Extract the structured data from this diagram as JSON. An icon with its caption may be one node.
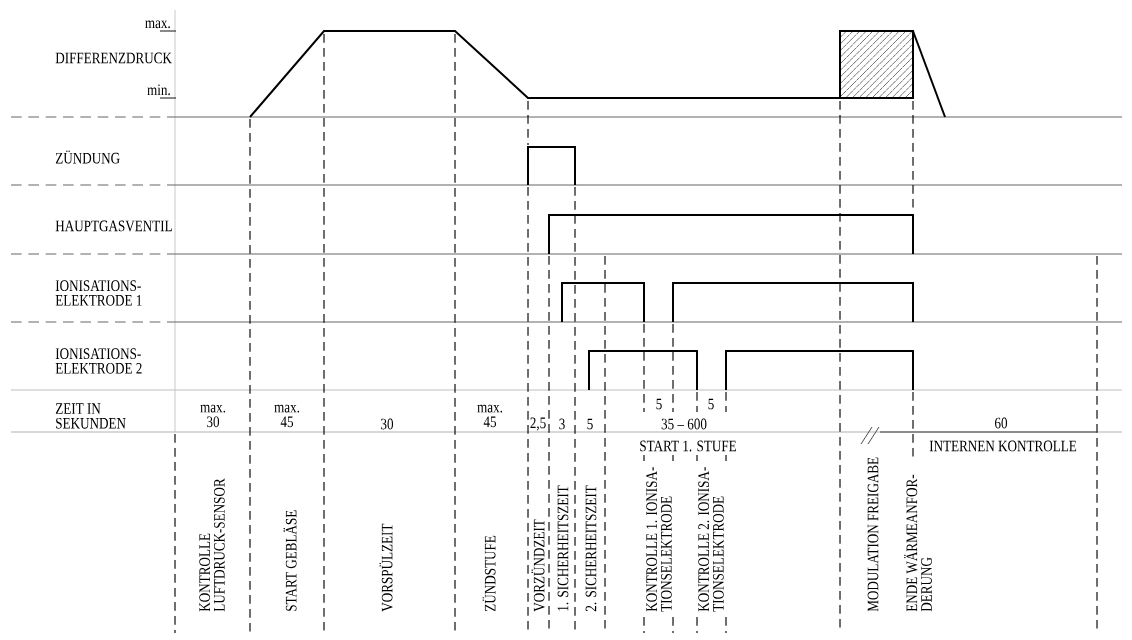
{
  "diagram": {
    "labels": [
      "max.",
      "DIFFERENZDRUCK",
      "min.",
      "ZÜNDUNG",
      "HAUPTGASVENTIL",
      "IONISATIONS- ELEKTRODE 1",
      "IONISATIONS- ELEKTRODE 2",
      "ZEIT IN SEKUNDEN",
      "max. 30",
      "max. 45",
      "30",
      "max. 45",
      "2,5",
      "3",
      "5",
      "5",
      "5",
      "35 – 600",
      "60",
      "START 1. STUFE",
      "INTERNEN KONTROLLE",
      "KONTROLLE LUFTDRUCK-SENSOR",
      "START GEBLÄSE",
      "VORSPÜLZEIT",
      "ZÜNDSTUFE",
      "VORZÜNDZEIT",
      "1. SICHERHEITSZEIT",
      "2. SICHERHEITSZEIT",
      "KONTROLLE 1. IONISA- TIONSELEKTRODE",
      "KONTROLLE 2. IONISA- TIONSELEKTRODE",
      "MODULATION FREIGABE",
      "ENDE WÄRMEANFOR- DERUNG"
    ]
  }
}
